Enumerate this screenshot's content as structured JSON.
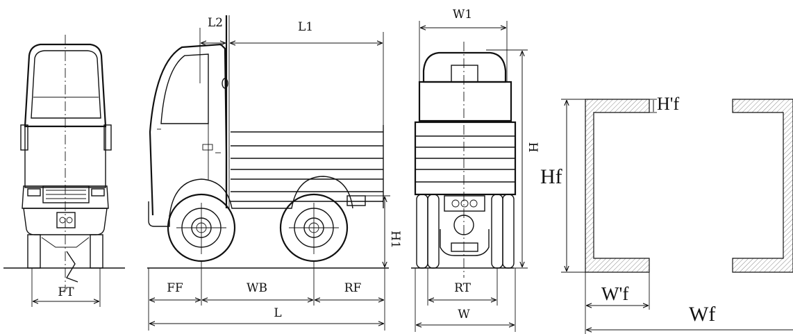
{
  "views": {
    "front": {
      "labels": {
        "ft": "FT"
      }
    },
    "side": {
      "labels": {
        "l2": "L2",
        "l1": "L1",
        "ff": "FF",
        "wb": "WB",
        "rf": "RF",
        "l": "L",
        "h1": "H1"
      }
    },
    "rear": {
      "labels": {
        "w1": "W1",
        "h": "H",
        "rt": "RT",
        "w": "W"
      }
    },
    "section": {
      "labels": {
        "hf": "Hf",
        "hpf": "H'f",
        "wpf": "W'f",
        "wf": "Wf"
      }
    }
  },
  "colors": {
    "line": "#111111",
    "hatch": "#9a9a9a",
    "background": "#ffffff"
  }
}
